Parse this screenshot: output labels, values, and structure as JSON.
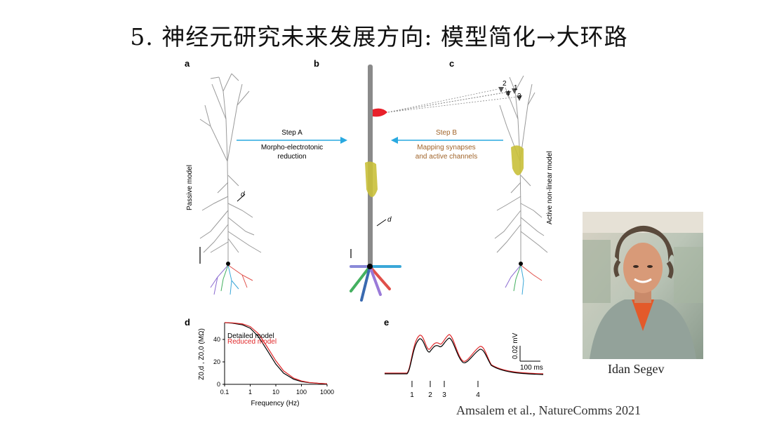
{
  "title": "5. 神经元研究未来发展方向: 模型简化→大环路",
  "panels": {
    "a": "a",
    "b": "b",
    "c": "c",
    "d": "d",
    "e": "e"
  },
  "labels": {
    "passive_model": "Passive model",
    "active_model": "Active non-linear model",
    "d_marker": "d",
    "step_a": "Step A",
    "step_a_desc_1": "Morpho-electrotonic",
    "step_a_desc_2": "reduction",
    "step_b": "Step B",
    "step_b_desc_1": "Mapping synapses",
    "step_b_desc_2": "and active channels",
    "synapse_labels": [
      "2",
      "4",
      "1",
      "3"
    ]
  },
  "colors": {
    "arrow_blue": "#29a9e0",
    "step_b_text": "#a0642a",
    "soma_yellow": "#c9c03a",
    "synapse_red": "#e8202a",
    "trace_red": "#e0282a"
  },
  "chart_d": {
    "ylabel": "Z0,d , Z0,0 (MΩ)",
    "xlabel": "Frequency (Hz)",
    "legend": [
      "Detailed model",
      "Reduced model"
    ],
    "yticks": [
      "0",
      "20",
      "40"
    ],
    "xticks": [
      "0.1",
      "1",
      "10",
      "100",
      "1000"
    ]
  },
  "chart_e": {
    "scale_v": "0.02 mV",
    "scale_t": "100 ms",
    "event_labels": [
      "1",
      "2",
      "3",
      "4"
    ]
  },
  "chart_data": [
    {
      "type": "line",
      "xscale": "log",
      "xlabel": "Frequency (Hz)",
      "ylabel": "Z0,d , Z0,0 (MΩ)",
      "xlim": [
        0.1,
        1000
      ],
      "ylim": [
        0,
        55
      ],
      "x": [
        0.1,
        0.2,
        0.5,
        1,
        2,
        3,
        5,
        10,
        20,
        50,
        100,
        200,
        500,
        1000
      ],
      "series": [
        {
          "name": "Detailed model",
          "values": [
            55,
            54.5,
            53,
            50,
            43,
            37,
            29,
            18,
            10,
            4.5,
            2.5,
            1.5,
            0.8,
            0.5
          ]
        },
        {
          "name": "Reduced model",
          "values": [
            55,
            54.8,
            53.8,
            51.5,
            45.5,
            40,
            32,
            21,
            12,
            5.5,
            3,
            1.7,
            0.9,
            0.5
          ]
        }
      ]
    }
  ],
  "photo_caption": "Idan Segev",
  "citation": "Amsalem et al., NatureComms 2021"
}
